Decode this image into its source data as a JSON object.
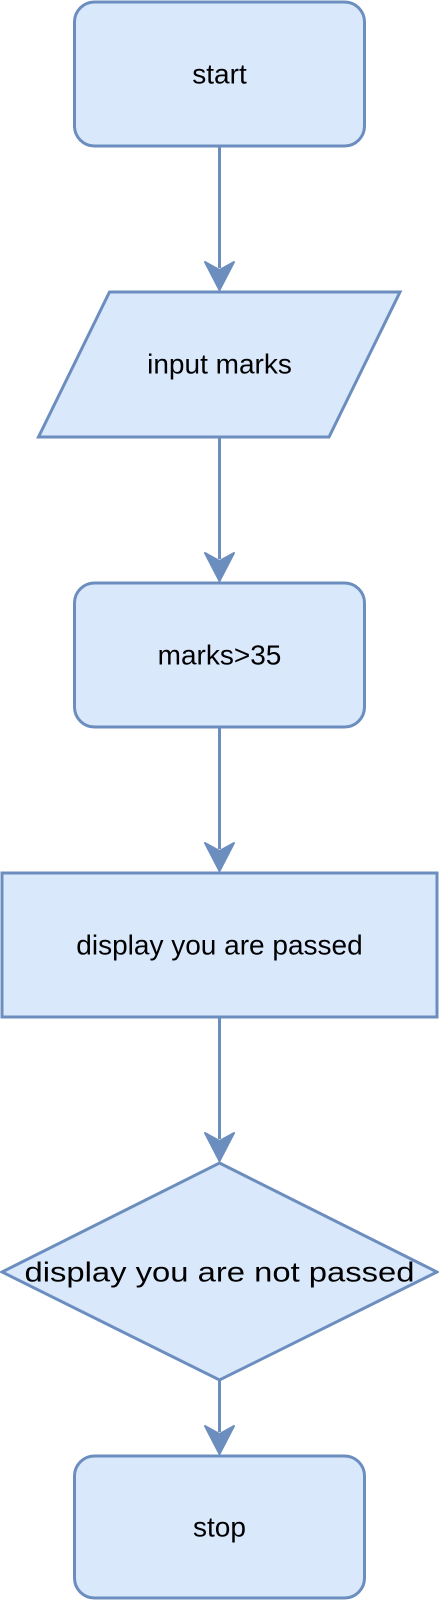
{
  "flowchart": {
    "colors": {
      "fill": "#dae8fc",
      "stroke": "#6c8ebf",
      "text": "#000000",
      "background": "#ffffff"
    },
    "nodes": [
      {
        "id": "start",
        "shape": "rounded-rectangle",
        "label": "start"
      },
      {
        "id": "input-marks",
        "shape": "parallelogram",
        "label": "input marks"
      },
      {
        "id": "condition",
        "shape": "rounded-rectangle",
        "label": "marks>35"
      },
      {
        "id": "display-passed",
        "shape": "rectangle",
        "label": "display you are passed"
      },
      {
        "id": "display-not-passed",
        "shape": "diamond",
        "label": "display you are not passed"
      },
      {
        "id": "stop",
        "shape": "rounded-rectangle",
        "label": "stop"
      }
    ],
    "edges": [
      {
        "from": "start",
        "to": "input-marks"
      },
      {
        "from": "input-marks",
        "to": "condition"
      },
      {
        "from": "condition",
        "to": "display-passed"
      },
      {
        "from": "display-passed",
        "to": "display-not-passed"
      },
      {
        "from": "display-not-passed",
        "to": "stop"
      }
    ]
  }
}
